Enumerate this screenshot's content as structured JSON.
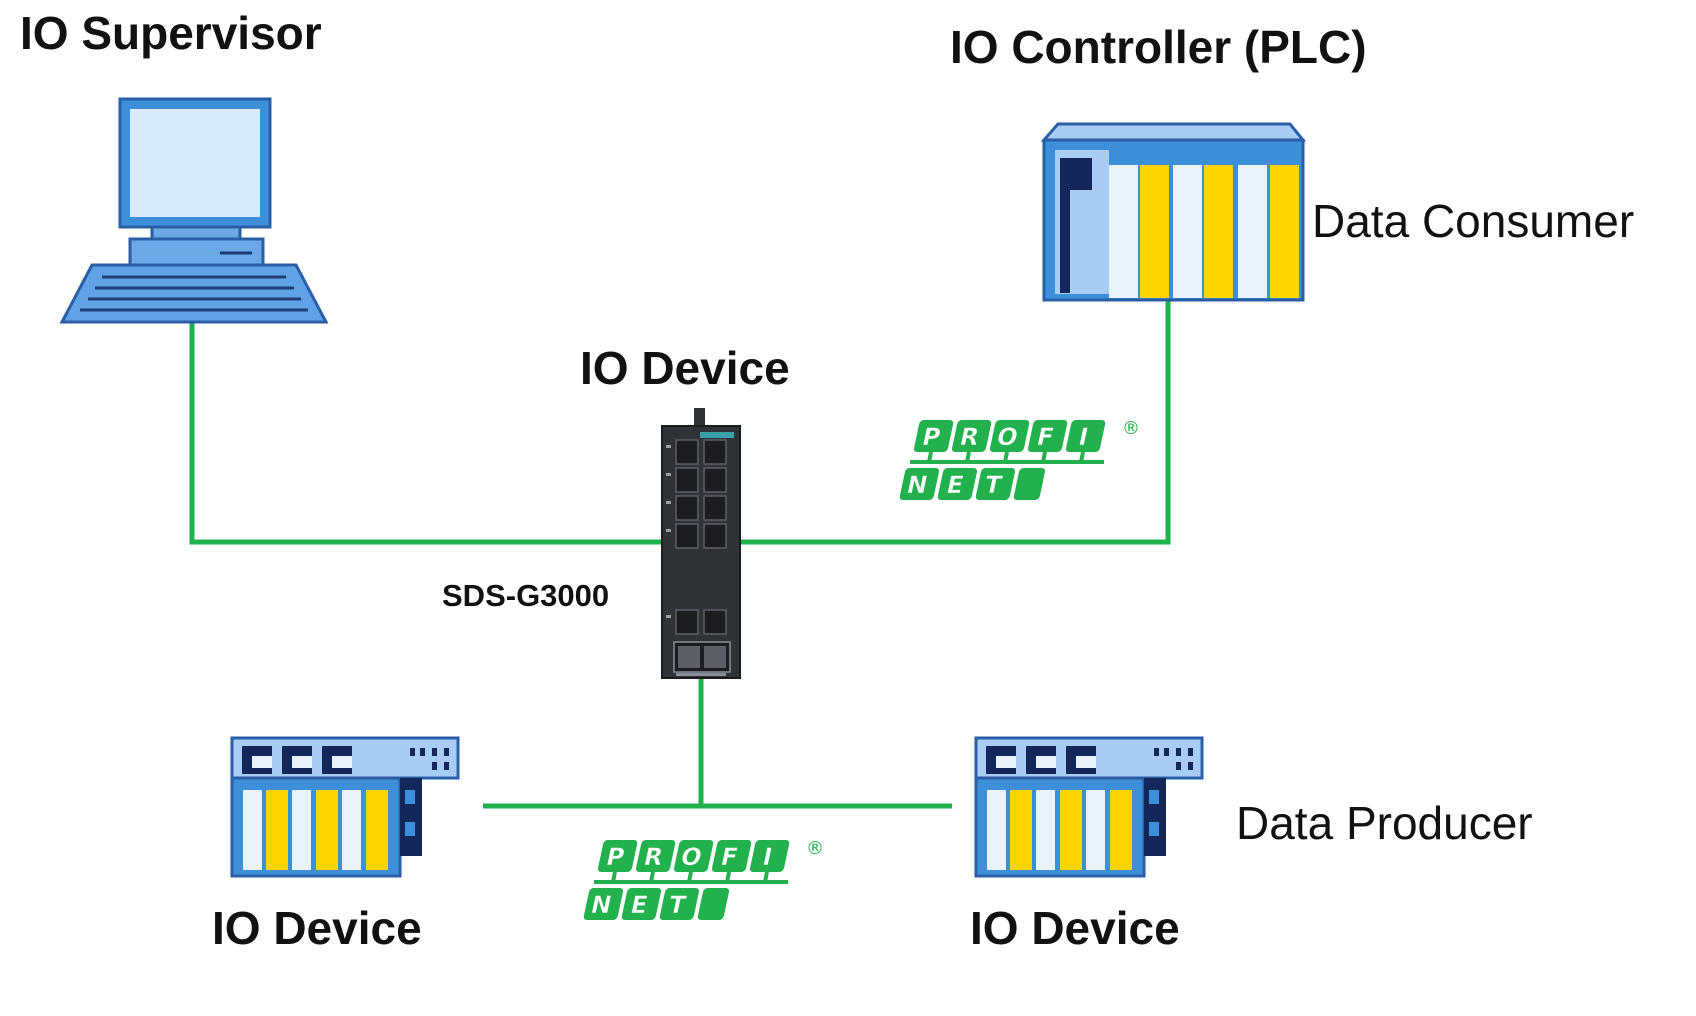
{
  "labels": {
    "io_supervisor": "IO Supervisor",
    "io_controller": "IO Controller (PLC)",
    "io_device_switch": "IO Device",
    "data_consumer": "Data Consumer",
    "switch_model": "SDS-G3000",
    "data_producer": "Data Producer",
    "io_device_left": "IO Device",
    "io_device_right": "IO Device"
  },
  "profinet_logo": {
    "row1": [
      "P",
      "R",
      "O",
      "F",
      "I"
    ],
    "row2": [
      "N",
      "E",
      "T"
    ],
    "registered": "®"
  },
  "colors": {
    "link": "#1fb14e",
    "device_blue": "#3d8fd9",
    "device_light": "#a9cdf2",
    "module_yellow": "#ffd400",
    "outline": "#2a5fa8",
    "profinet_green": "#22b14c",
    "switch_body": "#2f3236"
  }
}
